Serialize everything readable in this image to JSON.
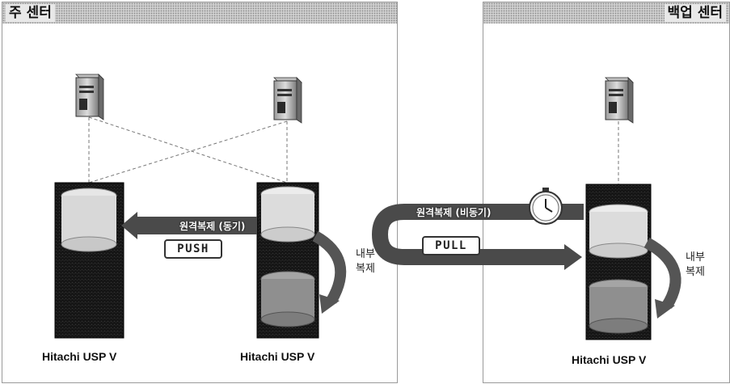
{
  "centers": {
    "main": {
      "title": "주 센터"
    },
    "backup": {
      "title": "백업 센터"
    }
  },
  "storage": {
    "left": {
      "caption": "Hitachi USP V"
    },
    "middle": {
      "caption": "Hitachi USP V"
    },
    "right": {
      "caption": "Hitachi USP V"
    }
  },
  "replication": {
    "sync_label": "원격복제 (동기)",
    "async_label": "원격복제 (비동기)",
    "push_label": "PUSH",
    "pull_label": "PULL"
  },
  "internal_copy": {
    "main_line1": "내부",
    "main_line2": "복제",
    "backup_line1": "내부",
    "backup_line2": "복제"
  },
  "icons": [
    "server-icon",
    "storage-array-icon",
    "clock-icon"
  ],
  "colors": {
    "arrow": "#4a4a4a",
    "storage_body": "#141414",
    "primary_disk": "#d8d8d8",
    "copy_disk": "#8f8f8f"
  }
}
